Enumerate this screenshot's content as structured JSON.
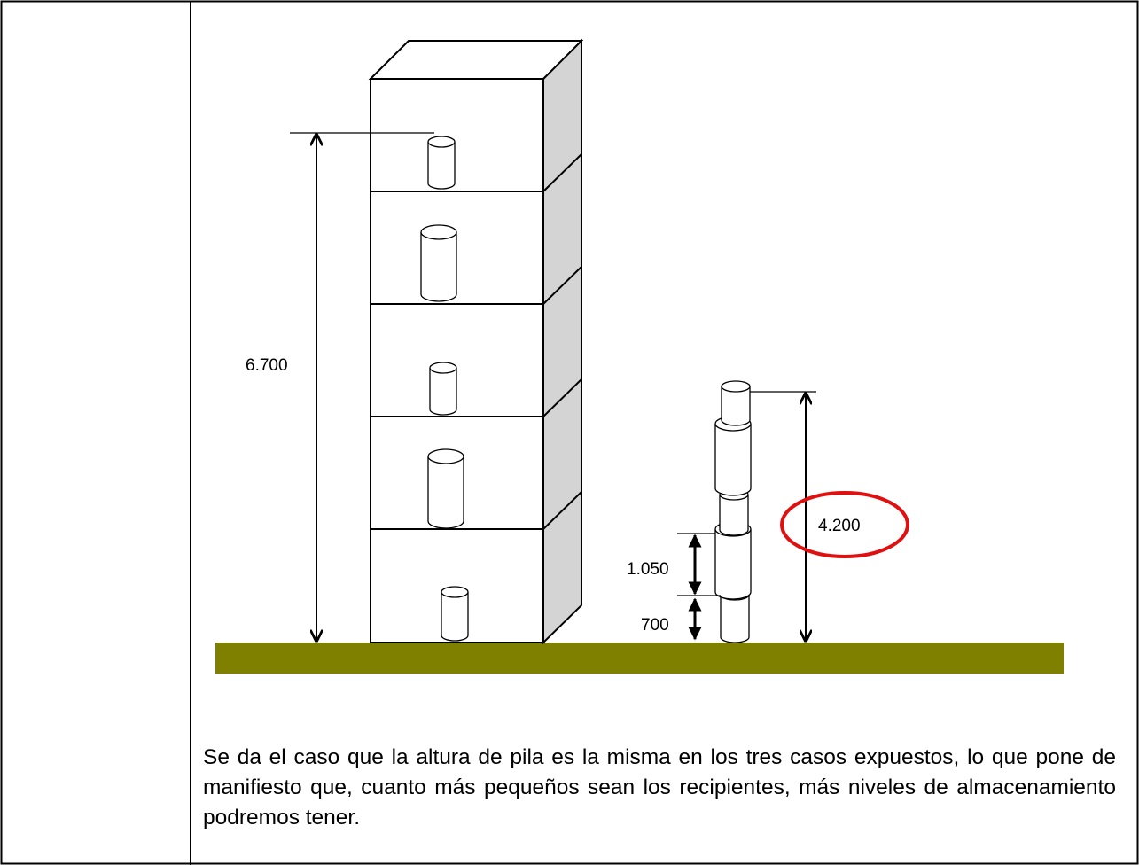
{
  "diagram": {
    "rack_height_label": "6.700",
    "stack_height_label": "4.200",
    "container_height_label": "1.050",
    "base_height_label": "700",
    "highlight_color": "#e01010",
    "ground_color": "#808000",
    "shelf_side_color": "#d4d4d4"
  },
  "caption": "Se da el caso que la altura de pila es la misma en los tres casos expuestos, lo que pone de manifiesto que, cuanto más pequeños sean los recipientes, más niveles de almacenamiento podremos tener."
}
